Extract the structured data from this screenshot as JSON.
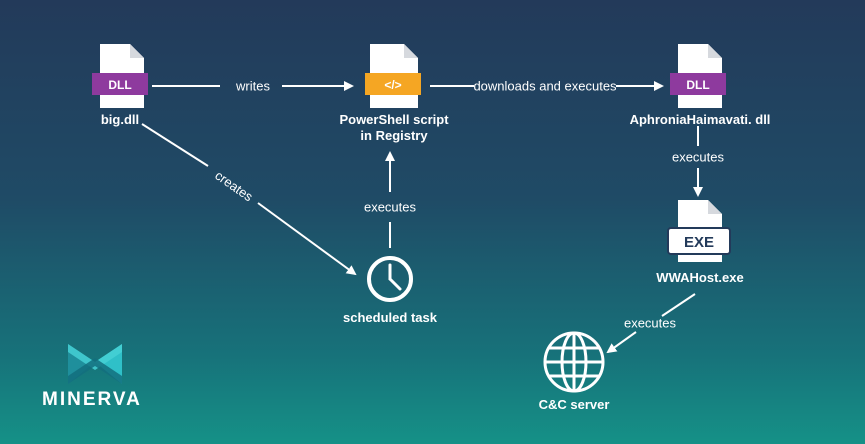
{
  "nodes": {
    "big_dll": {
      "label": "big.dll",
      "badge": "DLL"
    },
    "powershell": {
      "label_line1": "PowerShell script",
      "label_line2": "in Registry",
      "badge": "</>"
    },
    "aphronia_dll": {
      "label": "AphroniaHaimavati. dll",
      "badge": "DLL"
    },
    "scheduled_task": {
      "label": "scheduled task"
    },
    "wwahost": {
      "label": "WWAHost.exe",
      "badge": "EXE"
    },
    "cc_server": {
      "label": "C&C server"
    }
  },
  "edges": {
    "writes": "writes",
    "downloads_executes": "downloads and executes",
    "creates": "creates",
    "executes_task": "executes",
    "executes_dll": "executes",
    "executes_wwahost": "executes"
  },
  "logo": {
    "text": "MINERVA"
  },
  "colors": {
    "dll_badge": "#8e3a9e",
    "script_badge": "#f5a623",
    "file_body": "#ffffff",
    "logo_accent": "#2fc0c8"
  }
}
